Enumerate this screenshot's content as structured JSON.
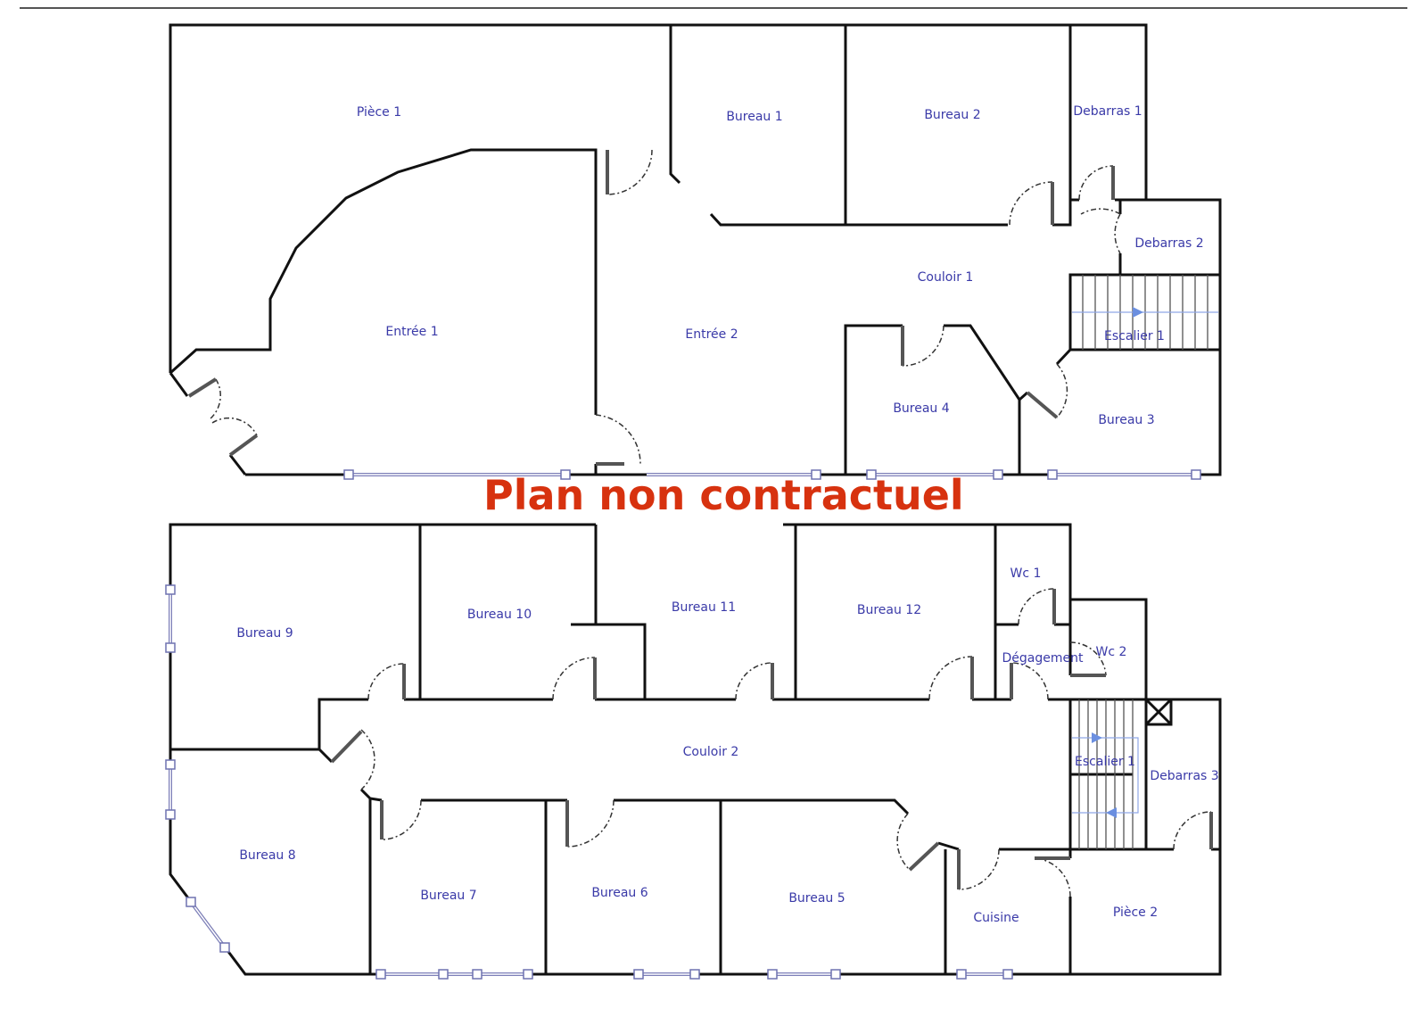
{
  "watermark": "Plan non contractuel",
  "colors": {
    "walls": "#111111",
    "labels": "#3a3aa8",
    "watermark": "#d7320f",
    "windows": "#7d7fb8",
    "stairs_arrow": "#6b8fe0"
  },
  "upper_floor": {
    "rooms": [
      "Pièce 1",
      "Bureau 1",
      "Bureau 2",
      "Debarras 1",
      "Debarras 2",
      "Couloir 1",
      "Escalier 1",
      "Entrée 1",
      "Entrée 2",
      "Bureau 4",
      "Bureau 3"
    ]
  },
  "lower_floor": {
    "rooms": [
      "Bureau 9",
      "Bureau 10",
      "Bureau 11",
      "Bureau 12",
      "Wc 1",
      "Wc 2",
      "Dégagement",
      "Couloir 2",
      "Escalier 1",
      "Debarras 3",
      "Bureau 8",
      "Bureau 7",
      "Bureau 6",
      "Bureau 5",
      "Cuisine",
      "Pièce 2"
    ]
  }
}
